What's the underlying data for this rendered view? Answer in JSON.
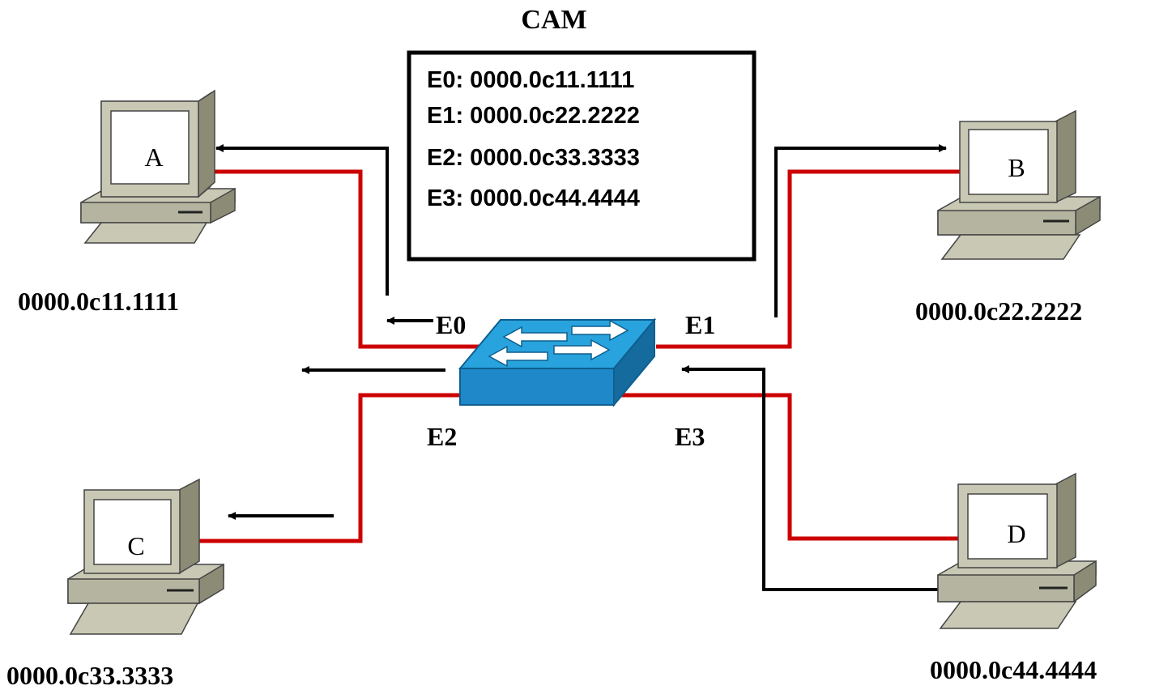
{
  "cam": {
    "title": "CAM",
    "entries": [
      "E0: 0000.0c11.1111",
      "E1: 0000.0c22.2222",
      "E2: 0000.0c33.3333",
      "E3: 0000.0c44.4444"
    ]
  },
  "ports": {
    "e0": "E0",
    "e1": "E1",
    "e2": "E2",
    "e3": "E3"
  },
  "hosts": {
    "a": {
      "label": "A",
      "mac": "0000.0c11.1111"
    },
    "b": {
      "label": "B",
      "mac": "0000.0c22.2222"
    },
    "c": {
      "label": "C",
      "mac": "0000.0c33.3333"
    },
    "d": {
      "label": "D",
      "mac": "0000.0c44.4444"
    }
  },
  "colors": {
    "cable": "#cc0000",
    "flow": "#000000",
    "switch_top": "#29a3dd",
    "switch_side": "#1a78b0",
    "pc_body": "#c8c8b4"
  }
}
